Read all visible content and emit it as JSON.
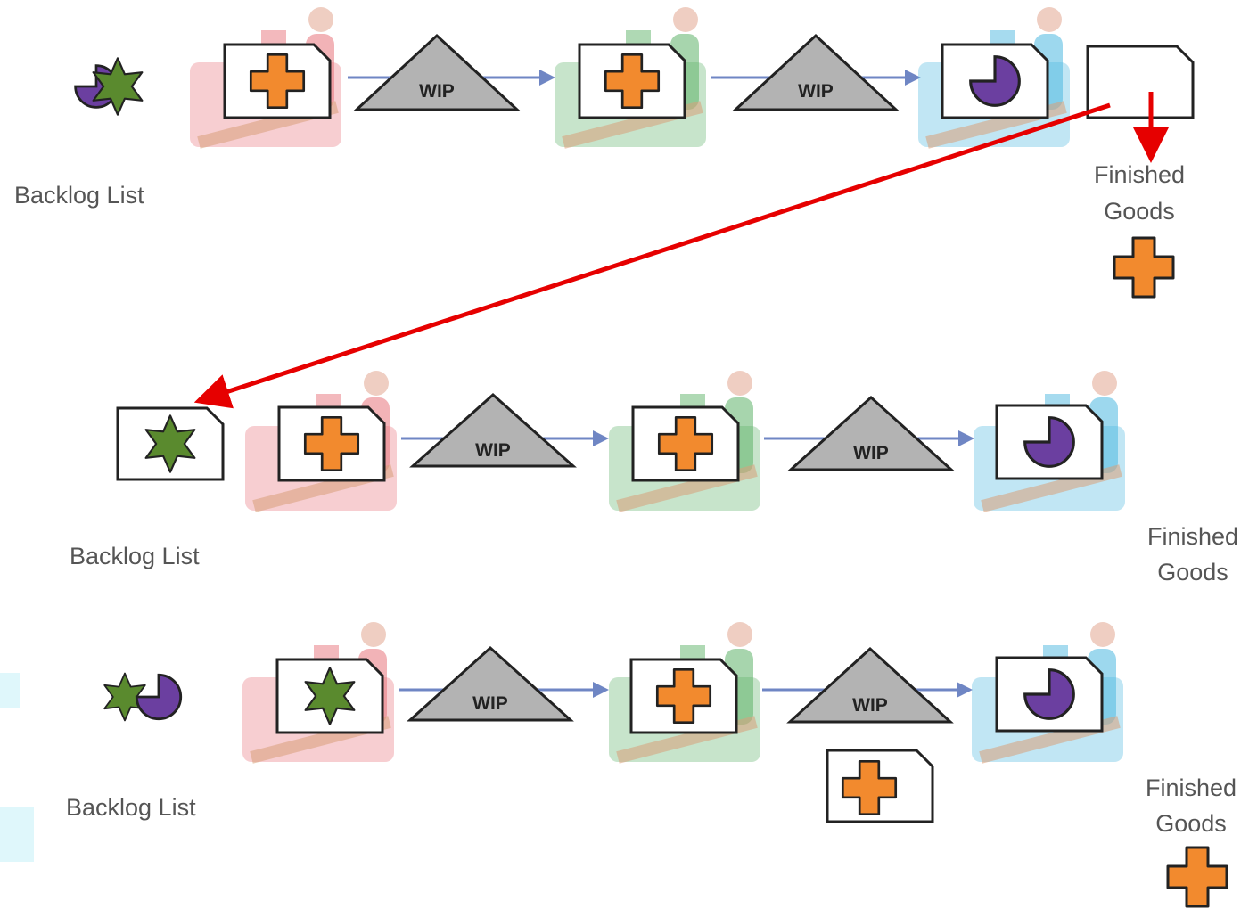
{
  "labels": {
    "backlog": "Backlog List",
    "finished_line1": "Finished",
    "finished_line2": "Goods",
    "wip": "WIP"
  },
  "colors": {
    "station1": "#e8747c",
    "station2": "#5fb36a",
    "station3": "#4db8e0",
    "arrow": "#e60000",
    "flow": "#6f86c4",
    "cross": "#f28a2e",
    "star": "#5a8a2e",
    "pac": "#6b3fa0"
  },
  "icons": {
    "cross": "orange-cross-icon",
    "star": "green-star-icon",
    "pac": "purple-pie-icon",
    "worker": "worker-at-machine-icon"
  },
  "rows": [
    {
      "backlog_items": [
        "pac",
        "star"
      ],
      "backlog_card": false,
      "stations": [
        "cross",
        "cross",
        "pac"
      ],
      "wip_queue": [],
      "finished_card": "empty",
      "finished_items": [
        "cross"
      ]
    },
    {
      "backlog_items": [
        "star"
      ],
      "backlog_card": true,
      "stations": [
        "cross",
        "cross",
        "pac"
      ],
      "wip_queue": [],
      "finished_card": null,
      "finished_items": []
    },
    {
      "backlog_items": [
        "pac"
      ],
      "backlog_card": false,
      "stations": [
        "star",
        "cross",
        "pac"
      ],
      "wip_queue": [
        "cross"
      ],
      "finished_card": null,
      "finished_items": [
        "cross"
      ]
    }
  ]
}
